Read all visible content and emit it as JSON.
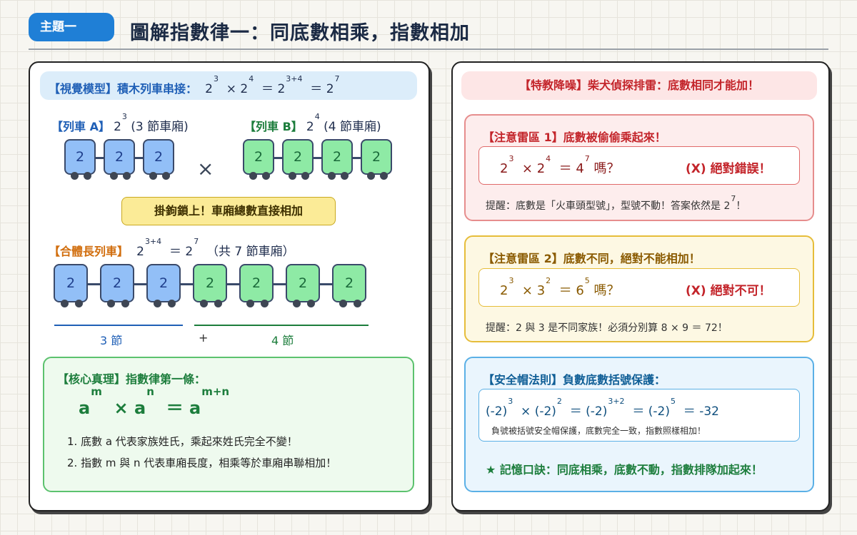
{
  "header": {
    "tag": "主題一",
    "title": "圖解指數律一：同底數相乘，指數相加"
  },
  "left": {
    "banner": {
      "label": "【視覺模型】積木列車串接：",
      "eq": [
        "2",
        "3",
        "2",
        "4",
        "2",
        "3+4",
        "2",
        "7"
      ]
    },
    "trainA": {
      "label": "【列車 A】",
      "base": "2",
      "exp": "3",
      "note": "(3 節車廂)",
      "cars": [
        "2",
        "2",
        "2"
      ]
    },
    "trainB": {
      "label": "【列車 B】",
      "base": "2",
      "exp": "4",
      "note": "(4 節車廂)",
      "cars": [
        "2",
        "2",
        "2",
        "2"
      ]
    },
    "times": "×",
    "hook": "掛鉤鎖上！車廂總數直接相加",
    "combined": {
      "label": "【合體長列車】",
      "base1": "2",
      "exp1": "3+4",
      "base2": "2",
      "exp2": "7",
      "note": "（共 7 節車廂）",
      "cars": [
        "2",
        "2",
        "2",
        "2",
        "2",
        "2",
        "2"
      ]
    },
    "brace": {
      "left": "3 節",
      "plus": "+",
      "right": "4 節"
    },
    "core": {
      "title": "【核心真理】指數律第一條：",
      "formula": [
        "a",
        "m",
        "a",
        "n",
        "a",
        "m+n"
      ],
      "points": [
        "1. 底數 a 代表家族姓氏，乘起來姓氏完全不變！",
        "2. 指數 m 與 n 代表車廂長度，相乘等於車廂串聯相加！"
      ]
    }
  },
  "right": {
    "banner": "【特教降噪】柴犬偵探排雷：底數相同才能加！",
    "trap1": {
      "title": "【注意雷區 1】底數被偷偷乘起來！",
      "eq": [
        "2",
        "3",
        "2",
        "4",
        "4",
        "7"
      ],
      "ask": "嗎？",
      "verdict": "(X) 絕對錯誤！",
      "tip": "提醒：底數是「火車頭型號」，型號不動！答案依然是 ",
      "tip_base": "2",
      "tip_exp": "7",
      "tip_end": "！"
    },
    "trap2": {
      "title": "【注意雷區 2】底數不同，絕對不能相加！",
      "eq": [
        "2",
        "3",
        "3",
        "2",
        "6",
        "5"
      ],
      "ask": "嗎？",
      "verdict": "(X) 絕對不可！",
      "tip": "提醒：2 與 3 是不同家族！必須分別算 8 × 9 ＝ 72！"
    },
    "safety": {
      "title": "【安全帽法則】負數底數括號保護：",
      "eq": [
        "(-2)",
        "3",
        "(-2)",
        "2",
        "(-2)",
        "3+2",
        "(-2)",
        "5",
        "-32"
      ],
      "note": "負號被括號安全帽保護，底數完全一致，指數照樣相加！",
      "mnemonic": "★ 記憶口訣：同底相乘，底數不動，指數排隊加起來！"
    }
  }
}
